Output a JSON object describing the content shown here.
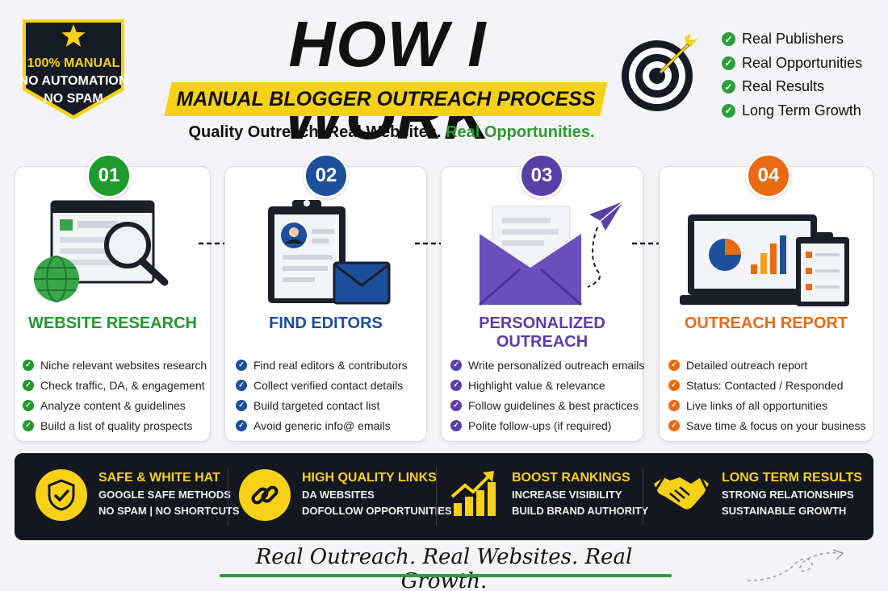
{
  "badge": {
    "line1": "100% MANUAL",
    "line2": "NO AUTOMATION",
    "line3": "NO SPAM"
  },
  "header": {
    "title": "HOW I WORK",
    "subtitle": "MANUAL BLOGGER OUTREACH PROCESS",
    "tagline_part1": "Quality Outreach. Real Websites. ",
    "tagline_part2": "Real Opportunities."
  },
  "checklist": [
    "Real Publishers",
    "Real Opportunities",
    "Real Results",
    "Long Term Growth"
  ],
  "steps": [
    {
      "number": "01",
      "title": "WEBSITE RESEARCH",
      "color": "#1f9a2c",
      "items": [
        "Niche relevant websites research",
        "Check traffic, DA, & engagement",
        "Analyze content & guidelines",
        "Build a list of quality prospects"
      ]
    },
    {
      "number": "02",
      "title": "FIND EDITORS",
      "color": "#1c4f9c",
      "items": [
        "Find real editors & contributors",
        "Collect verified contact details",
        "Build targeted contact list",
        "Avoid generic info@ emails"
      ]
    },
    {
      "number": "03",
      "title": "PERSONALIZED OUTREACH",
      "color": "#5a3ea8",
      "items": [
        "Write personalized outreach emails",
        "Highlight value & relevance",
        "Follow guidelines & best practices",
        "Polite follow-ups (if required)"
      ]
    },
    {
      "number": "04",
      "title": "OUTREACH REPORT",
      "color": "#ea6a14",
      "items": [
        "Detailed outreach report",
        "Status: Contacted / Responded",
        "Live links of all opportunities",
        "Save time & focus on your business"
      ]
    }
  ],
  "features": [
    {
      "title": "SAFE & WHITE HAT",
      "line1": "GOOGLE SAFE METHODS",
      "line2": "NO SPAM | NO SHORTCUTS",
      "icon": "shield-check-icon"
    },
    {
      "title": "HIGH QUALITY LINKS",
      "line1": "DA WEBSITES",
      "line2": "DOFOLLOW OPPORTUNITIES",
      "icon": "chain-link-icon"
    },
    {
      "title": "BOOST RANKINGS",
      "line1": "INCREASE VISIBILITY",
      "line2": "BUILD BRAND AUTHORITY",
      "icon": "growth-chart-icon"
    },
    {
      "title": "LONG TERM RESULTS",
      "line1": "STRONG RELATIONSHIPS",
      "line2": "SUSTAINABLE GROWTH",
      "icon": "handshake-icon"
    }
  ],
  "footer": {
    "text": "Real Outreach. Real Websites. Real Growth."
  },
  "colors": {
    "accent_yellow": "#f7d117",
    "green": "#2a9a2f",
    "dark": "#14171f"
  }
}
